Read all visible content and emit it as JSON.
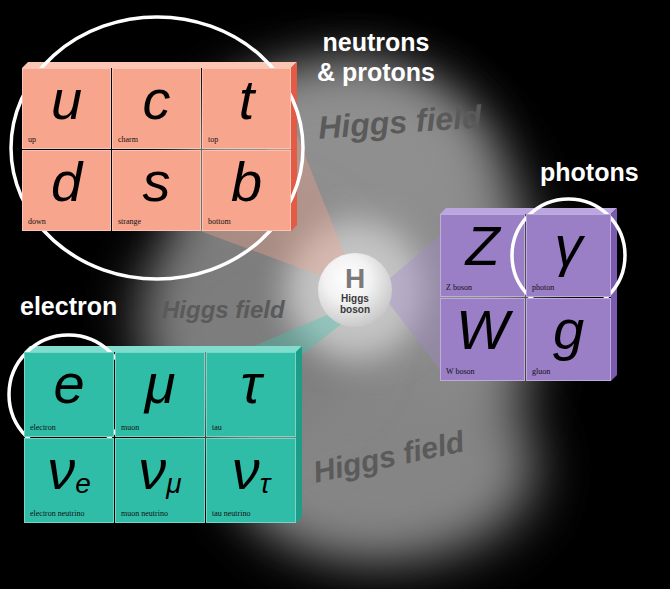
{
  "diagram": {
    "nodes": [
      {
        "text": [
          "neutrons & protons"
        ]
      },
      {
        "text": [
          "u",
          "up"
        ],
        "in": 0
      },
      {
        "text": [
          "c",
          "charm"
        ],
        "in": 0
      },
      {
        "text": [
          "t",
          "top"
        ],
        "in": 0
      },
      {
        "text": [
          "d",
          "down"
        ],
        "in": 0
      },
      {
        "text": [
          "s",
          "strange"
        ],
        "in": 0
      },
      {
        "text": [
          "b",
          "bottom"
        ],
        "in": 0
      },
      {
        "text": [
          "electron"
        ]
      },
      {
        "text": [
          "e",
          "electron"
        ],
        "in": 7
      },
      {
        "text": [
          "μ",
          "muon"
        ]
      },
      {
        "text": [
          "τ",
          "tau"
        ]
      },
      {
        "text": [
          "νe",
          "electron neutrino"
        ]
      },
      {
        "text": [
          "νμ",
          "muon neutrino"
        ]
      },
      {
        "text": [
          "ντ",
          "tau neutrino"
        ]
      },
      {
        "text": [
          "H",
          "Higgs boson"
        ]
      },
      {
        "text": [
          "Z",
          "Z boson"
        ]
      },
      {
        "text": [
          "photons"
        ]
      },
      {
        "text": [
          "γ",
          "photon"
        ],
        "in": 16
      },
      {
        "text": [
          "W",
          "W boson"
        ]
      },
      {
        "text": [
          "g",
          "gluon"
        ]
      }
    ],
    "labels": [
      "Higgs field",
      "Higgs field",
      "Higgs field"
    ]
  }
}
